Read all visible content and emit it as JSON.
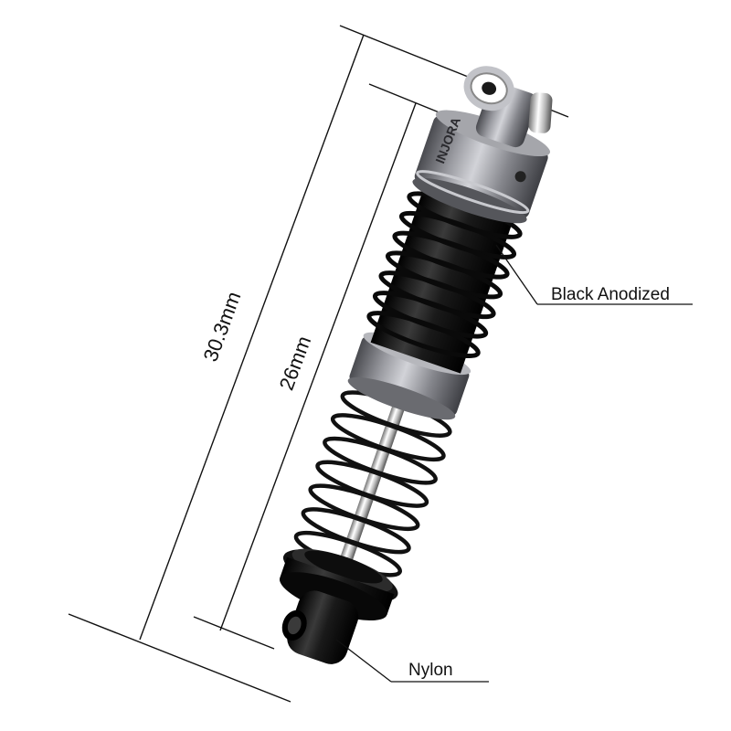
{
  "product": {
    "brand_mark": "INJORA"
  },
  "dimensions": {
    "overall_label": "30.3mm",
    "spring_label": "26mm"
  },
  "callouts": {
    "upper_label": "Black Anodized",
    "lower_label": "Nylon"
  },
  "colors": {
    "background": "#ffffff",
    "line": "#111111",
    "anodized_gray": "#8d8e93",
    "spring_black": "#111111",
    "nylon_black": "#0c0c0c",
    "chrome": "#e6e6e6"
  }
}
